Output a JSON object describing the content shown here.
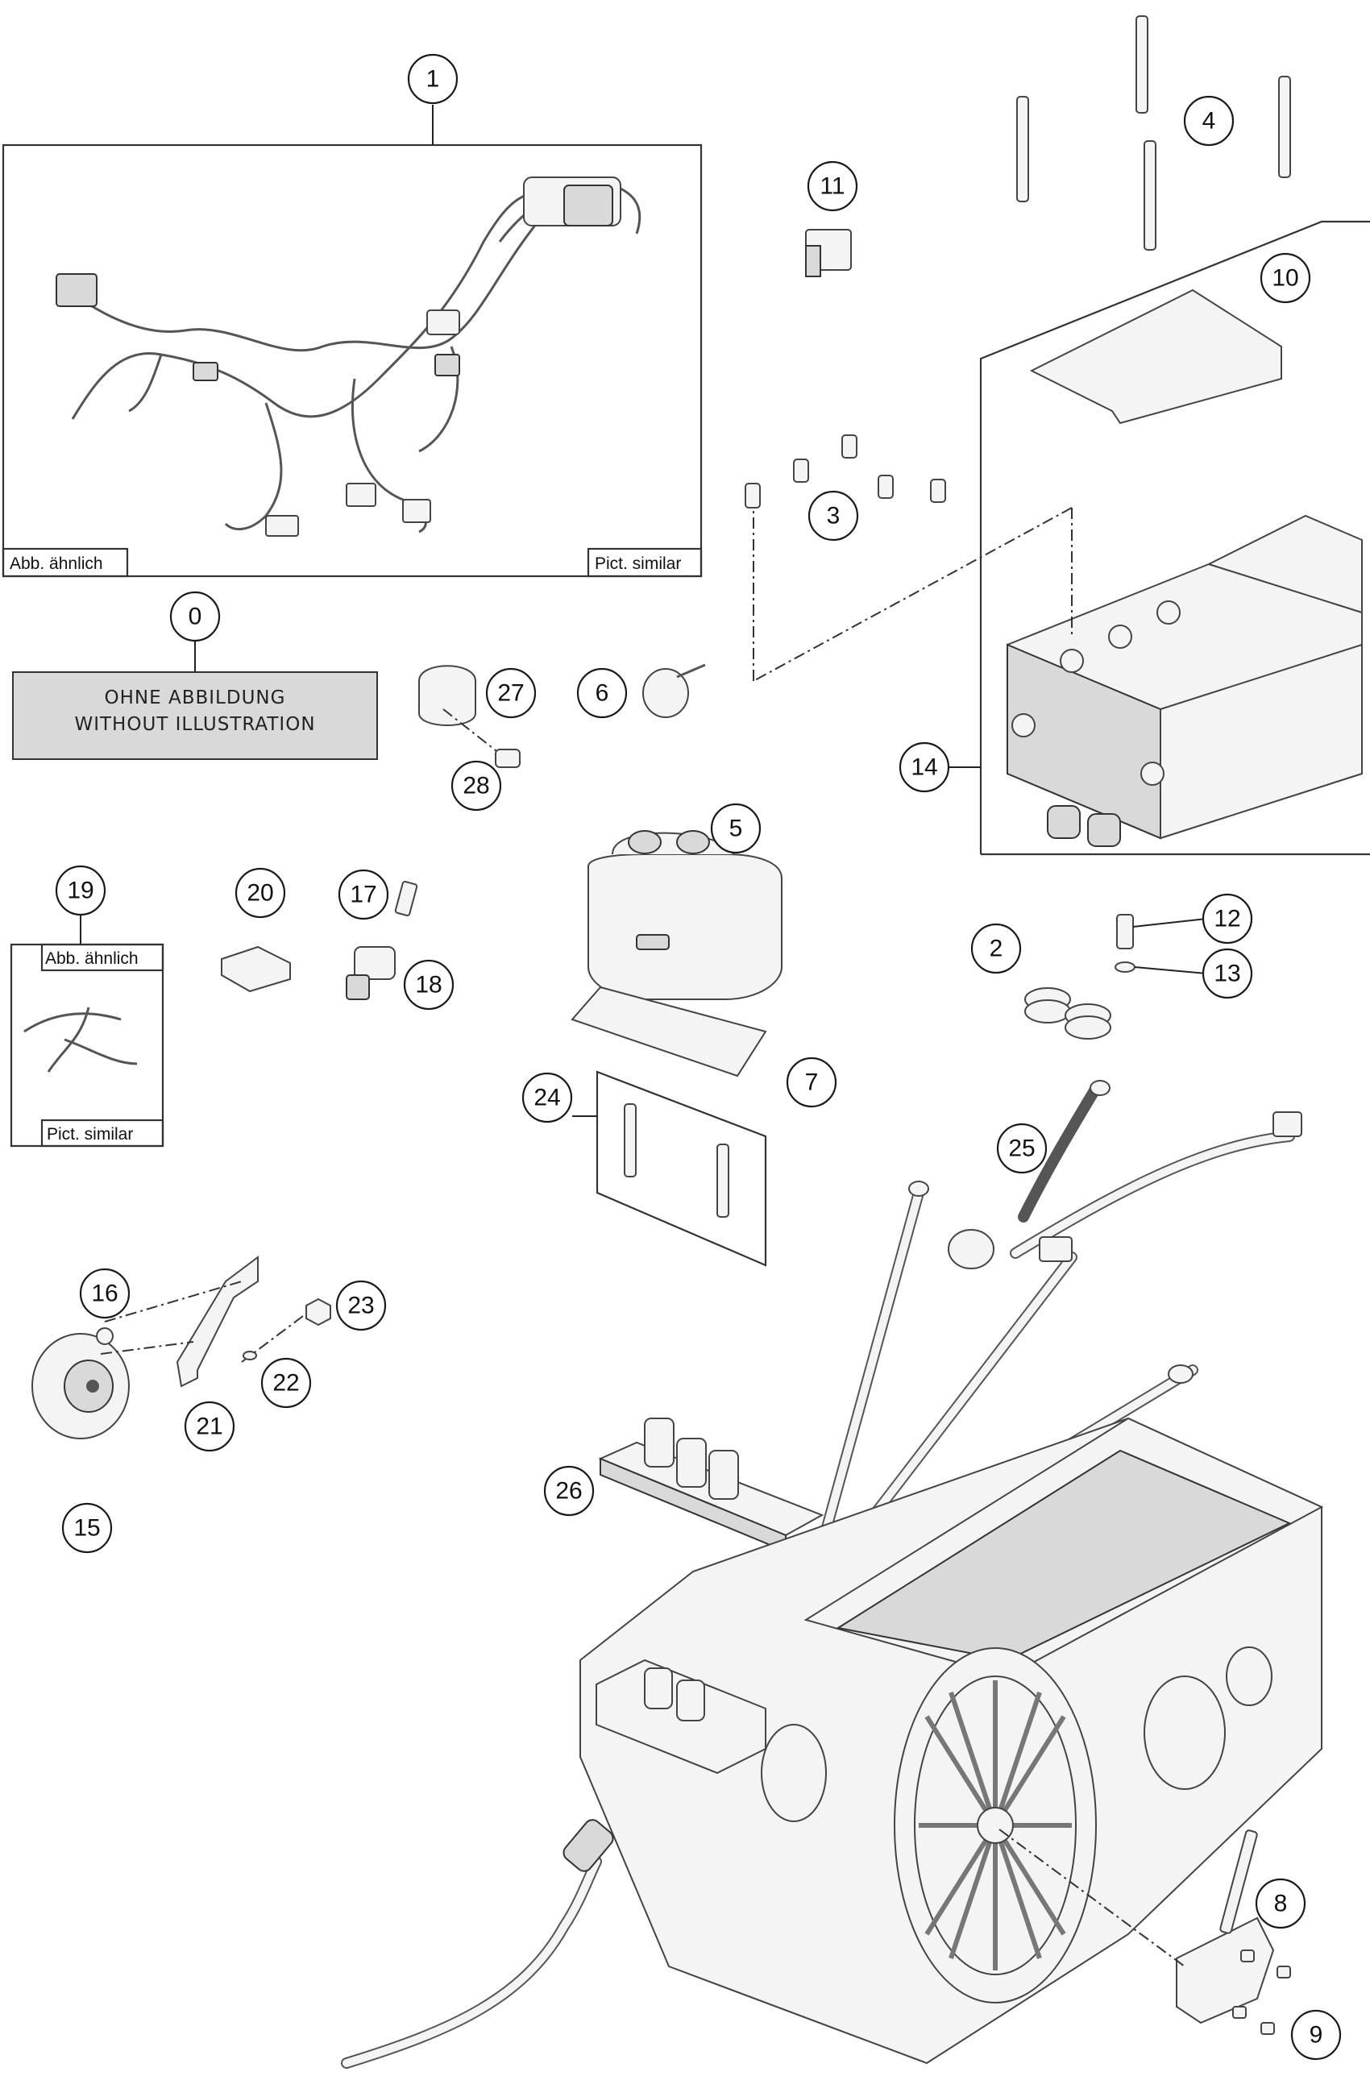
{
  "labels": {
    "pict_de": "Abb. ähnlich",
    "pict_en": "Pict. similar",
    "pict_en_small": "Pict. similar",
    "note_de": "OHNE ABBILDUNG",
    "note_en": "WITHOUT ILLUSTRATION"
  },
  "callouts": {
    "c0": "0",
    "c1": "1",
    "c2": "2",
    "c3": "3",
    "c4": "4",
    "c5": "5",
    "c6": "6",
    "c7": "7",
    "c8": "8",
    "c9": "9",
    "c10": "10",
    "c11": "11",
    "c12": "12",
    "c13": "13",
    "c14": "14",
    "c15": "15",
    "c16": "16",
    "c17": "17",
    "c18": "18",
    "c19": "19",
    "c20": "20",
    "c21": "21",
    "c22": "22",
    "c23": "23",
    "c24": "24",
    "c25": "25",
    "c26": "26",
    "c27": "27",
    "c28": "28"
  },
  "colors": {
    "line": "#333333",
    "note_box": "#d9d9d9",
    "background": "#ffffff"
  }
}
